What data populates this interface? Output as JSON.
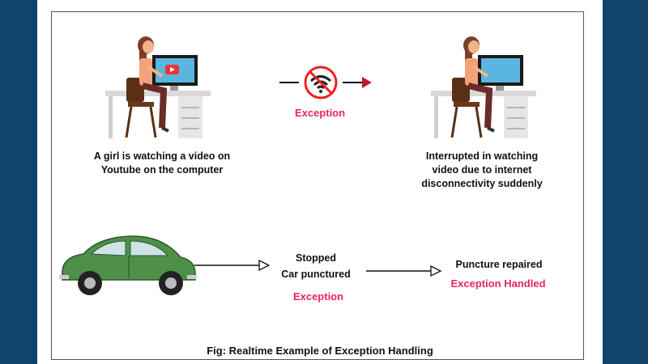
{
  "scene1": {
    "caption_line1": "A girl is watching a video on",
    "caption_line2": "Youtube on the computer"
  },
  "transition": {
    "exception_label": "Exception",
    "icon": "no-wifi-icon"
  },
  "scene2": {
    "caption_line1": "Interrupted in watching",
    "caption_line2": "video due to internet",
    "caption_line3": "disconnectivity suddenly"
  },
  "car_row": {
    "stopped_line1": "Stopped",
    "stopped_line2": "Car punctured",
    "exception_label": "Exception",
    "repaired_label": "Puncture repaired",
    "handled_label": "Exception Handled"
  },
  "figure_caption": "Fig: Realtime Example of Exception Handling",
  "colors": {
    "background": "#12436b",
    "accent": "#e8265e",
    "car_body": "#4e8f4a",
    "chair": "#5a3015"
  }
}
